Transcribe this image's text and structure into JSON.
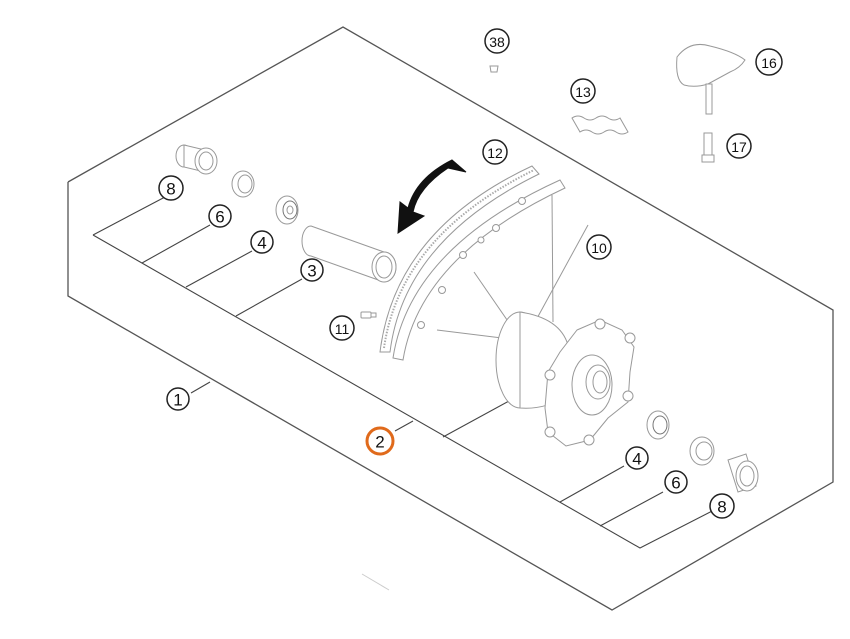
{
  "diagram": {
    "title": "Front wheel exploded view",
    "highlight_color": "#e06a1b",
    "highlighted_callout": "2",
    "callouts": [
      {
        "id": "c1",
        "label": "1"
      },
      {
        "id": "c2",
        "label": "2"
      },
      {
        "id": "c3",
        "label": "3"
      },
      {
        "id": "c4a",
        "label": "4"
      },
      {
        "id": "c4b",
        "label": "4"
      },
      {
        "id": "c6a",
        "label": "6"
      },
      {
        "id": "c6b",
        "label": "6"
      },
      {
        "id": "c8a",
        "label": "8"
      },
      {
        "id": "c8b",
        "label": "8"
      },
      {
        "id": "c10",
        "label": "10"
      },
      {
        "id": "c11",
        "label": "11"
      },
      {
        "id": "c12",
        "label": "12"
      },
      {
        "id": "c13",
        "label": "13"
      },
      {
        "id": "c16",
        "label": "16"
      },
      {
        "id": "c17",
        "label": "17"
      },
      {
        "id": "c38",
        "label": "38"
      }
    ],
    "parts": {
      "spacer_left": "spacer-bushing",
      "seal_left": "shaft-seal",
      "bearing_left": "ball-bearing",
      "distance_tube": "distance-tube",
      "rim": "rim",
      "spokes": "spokes",
      "hub": "hub",
      "bearing_right": "ball-bearing",
      "seal_right": "shaft-seal",
      "spacer_right": "spacer-bushing",
      "nipple": "spoke-nipple",
      "rim_tape": "rim-tape",
      "tire_valve": "tire-valve",
      "valve_cap": "valve-cap",
      "valve_nut": "valve-nut",
      "direction_arrow": "rotation-direction-arrow"
    }
  }
}
